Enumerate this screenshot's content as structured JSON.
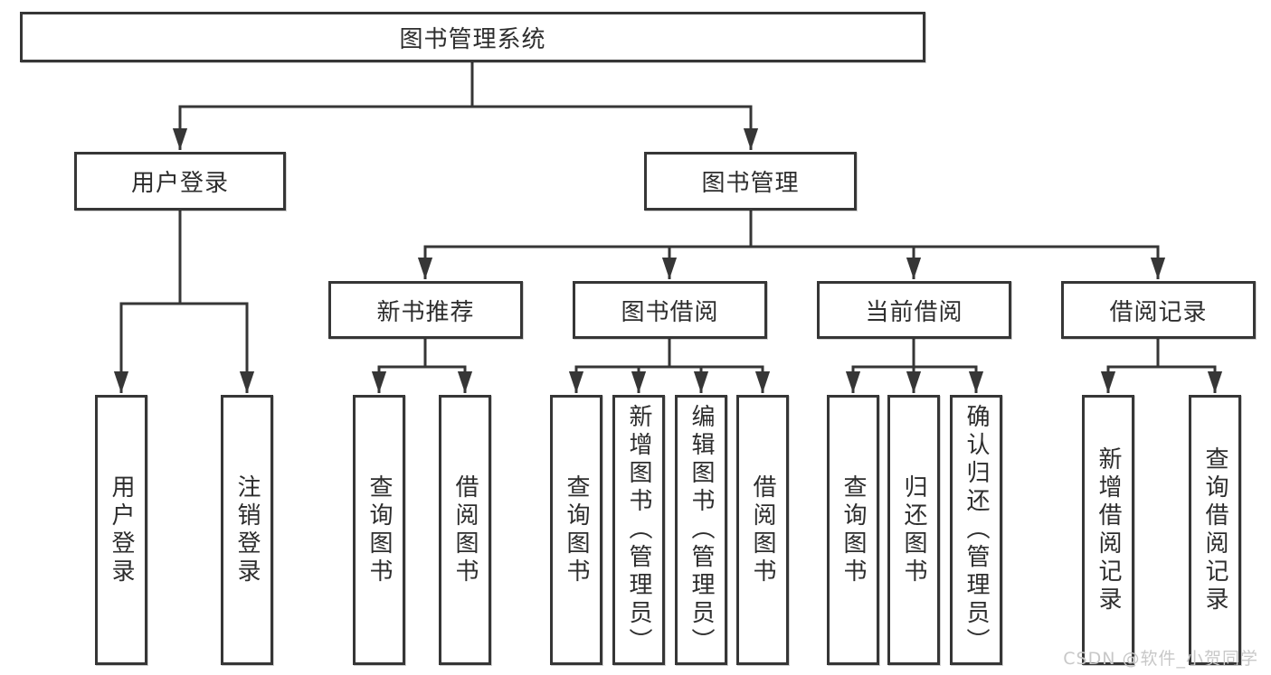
{
  "diagram": {
    "root": {
      "label": "图书管理系统"
    },
    "branches": [
      {
        "label": "用户登录",
        "leaves": [
          "用户登录",
          "注销登录"
        ]
      },
      {
        "label": "图书管理",
        "groups": [
          {
            "label": "新书推荐",
            "leaves": [
              "查询图书",
              "借阅图书"
            ]
          },
          {
            "label": "图书借阅",
            "leaves": [
              "查询图书",
              "新增图书（管理员）",
              "编辑图书（管理员）",
              "借阅图书"
            ]
          },
          {
            "label": "当前借阅",
            "leaves": [
              "查询图书",
              "归还图书",
              "确认归还（管理员）"
            ]
          },
          {
            "label": "借阅记录",
            "leaves": [
              "新增借阅记录",
              "查询借阅记录"
            ]
          }
        ]
      }
    ]
  },
  "watermark": "CSDN @软件_小贺同学",
  "colors": {
    "line": "#363636",
    "text": "#2d2d2d",
    "watermark": "#c8c8c8",
    "background": "#ffffff"
  }
}
